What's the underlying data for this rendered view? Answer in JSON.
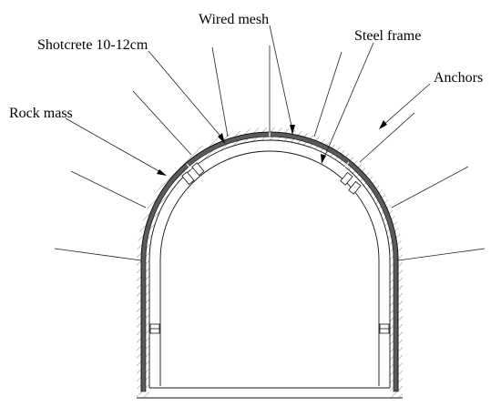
{
  "labels": {
    "wired_mesh": "Wired mesh",
    "shotcrete": "Shotcrete 10-12cm",
    "steel_frame": "Steel frame",
    "anchors": "Anchors",
    "rock_mass": "Rock mass"
  },
  "colors": {
    "shotcrete_band": "#5a5a5a",
    "outline": "#111111",
    "hatch": "#777777",
    "background": "#ffffff"
  }
}
